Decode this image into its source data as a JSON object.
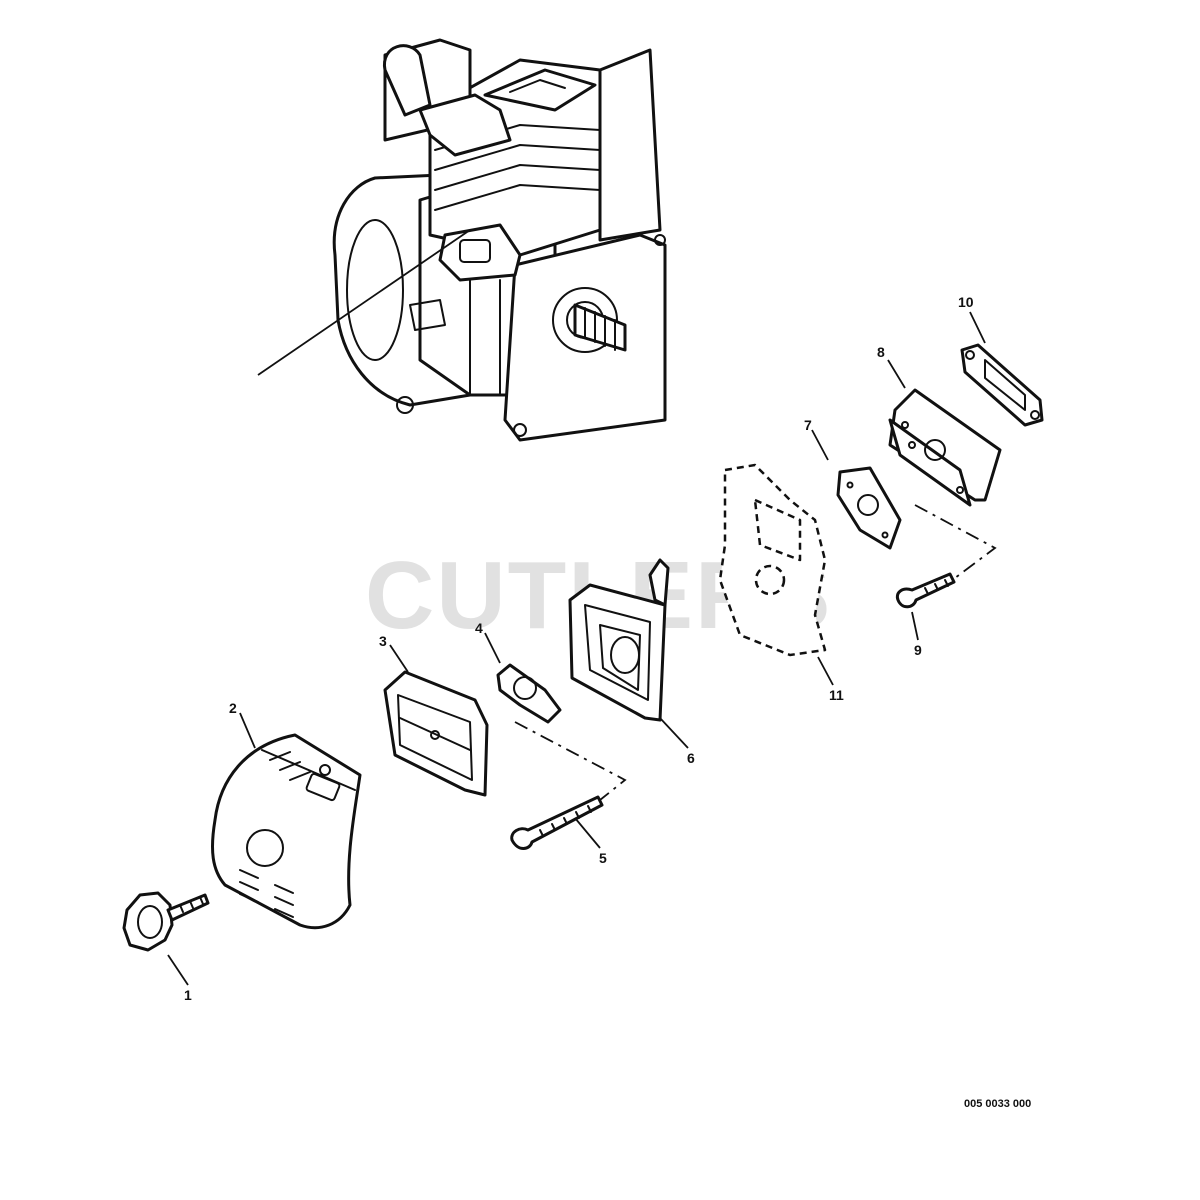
{
  "watermark": {
    "text": "CUTLERS",
    "color": "#c8c8c8"
  },
  "doc_number": "005 0033 000",
  "callouts": [
    {
      "id": "1",
      "label": "1"
    },
    {
      "id": "2",
      "label": "2"
    },
    {
      "id": "3",
      "label": "3"
    },
    {
      "id": "4",
      "label": "4"
    },
    {
      "id": "5",
      "label": "5"
    },
    {
      "id": "6",
      "label": "6"
    },
    {
      "id": "7",
      "label": "7"
    },
    {
      "id": "8",
      "label": "8"
    },
    {
      "id": "9",
      "label": "9"
    },
    {
      "id": "10",
      "label": "10"
    },
    {
      "id": "11",
      "label": "11"
    }
  ],
  "colors": {
    "line": "#111111",
    "background": "#ffffff"
  }
}
